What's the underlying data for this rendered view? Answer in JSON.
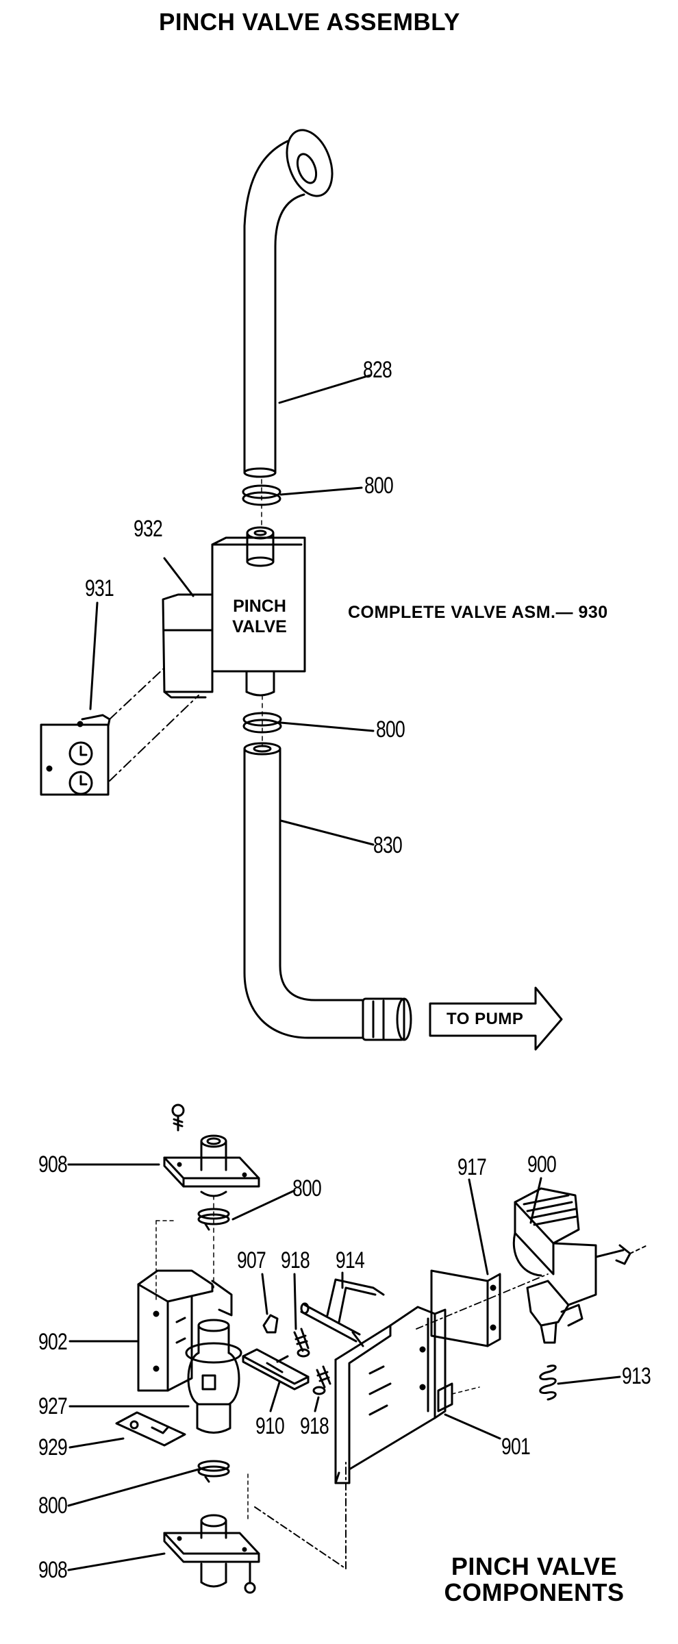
{
  "assembly": {
    "title": "PINCH VALVE ASSEMBLY",
    "valve_label_line1": "PINCH",
    "valve_label_line2": "VALVE",
    "complete_note": "COMPLETE VALVE ASM.— 930",
    "to_pump": "TO PUMP",
    "part_numbers": {
      "p828": "828",
      "p800_top": "800",
      "p932": "932",
      "p931": "931",
      "p800_bottom": "800",
      "p830": "830"
    }
  },
  "components": {
    "title_line1": "PINCH VALVE",
    "title_line2": "COMPONENTS",
    "part_numbers": {
      "p908_top": "908",
      "p800_a": "800",
      "p917": "917",
      "p900": "900",
      "p907": "907",
      "p918_a": "918",
      "p914": "914",
      "p902": "902",
      "p913": "913",
      "p927": "927",
      "p929": "929",
      "p910": "910",
      "p918_b": "918",
      "p901": "901",
      "p800_b": "800",
      "p908_bottom": "908"
    }
  },
  "colors": {
    "ink": "#000000",
    "paper": "#ffffff"
  }
}
